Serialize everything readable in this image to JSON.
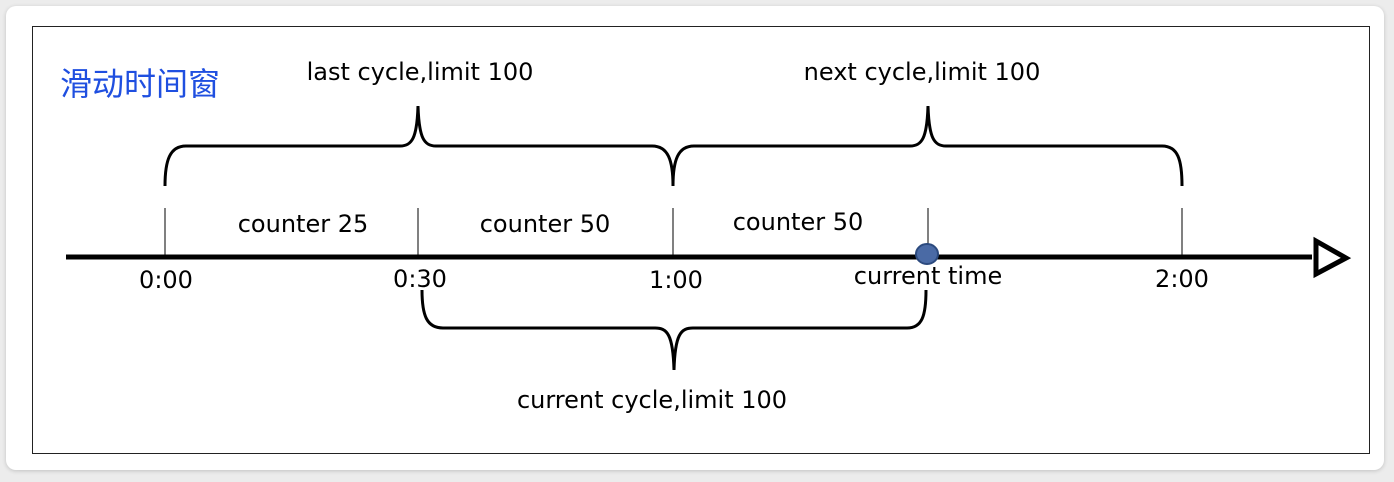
{
  "title": "滑动时间窗",
  "colors": {
    "title": "#1f4fe0",
    "line": "#000000",
    "marker_fill": "#4a6aa5",
    "marker_stroke": "#2c4a7e"
  },
  "braces": {
    "last_cycle": "last cycle,limit 100",
    "next_cycle": "next cycle,limit 100",
    "current_cycle": "current cycle,limit 100"
  },
  "counters": {
    "first": "counter 25",
    "second": "counter 50",
    "third": "counter 50"
  },
  "ticks": {
    "t0": "0:00",
    "t030": "0:30",
    "t1": "1:00",
    "t2": "2:00"
  },
  "current_time": "current time"
}
